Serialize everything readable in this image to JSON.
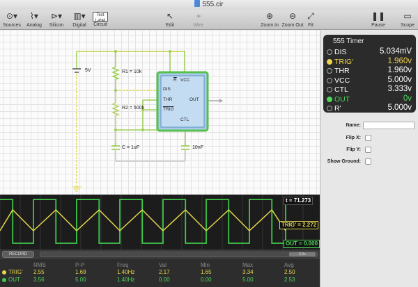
{
  "window": {
    "title": "555.cir"
  },
  "toolbar": {
    "sources": "Sources",
    "analog": "Analog",
    "silicon": "Silicon",
    "digital": "Digital",
    "circuit": "Circuit",
    "text_label": "Text Label",
    "edit": "Edit",
    "wire": "Wire",
    "zoom_in": "Zoom In",
    "zoom_out": "Zoom Out",
    "fit": "Fit",
    "pause": "Pause",
    "scope": "Scope"
  },
  "schematic": {
    "source_label": "5V",
    "r1_label": "R1 = 10k",
    "r2_label": "R2 = 500k",
    "c_label": "C = 1uF",
    "c2_label": "10nF",
    "chip": {
      "pin_r": "R",
      "pin_vcc": "VCC",
      "pin_dis": "DIS",
      "pin_thr": "THR",
      "pin_trig": "TRIG",
      "pin_out": "OUT",
      "pin_ctl": "CTL"
    }
  },
  "inspector": {
    "title": "555 Timer",
    "pins": [
      {
        "name": "DIS",
        "value": "5.034mV",
        "color": "#ffffff",
        "selected": false
      },
      {
        "name": "TRIG'",
        "value": "1.960v",
        "color": "#f0d24a",
        "selected": true
      },
      {
        "name": "THR",
        "value": "1.960v",
        "color": "#ffffff",
        "selected": false
      },
      {
        "name": "VCC",
        "value": "5.000v",
        "color": "#ffffff",
        "selected": false
      },
      {
        "name": "CTL",
        "value": "3.333v",
        "color": "#ffffff",
        "selected": false
      },
      {
        "name": "OUT",
        "value": "0v",
        "color": "#4ed65a",
        "selected": true
      },
      {
        "name": "R'",
        "value": "5.000v",
        "color": "#ffffff",
        "selected": false
      }
    ],
    "name_label": "Name:",
    "name_value": "",
    "flipx_label": "Flip X:",
    "flipy_label": "Flip Y:",
    "ground_label": "Show Ground:"
  },
  "scope": {
    "time_readout": "t = 71.273",
    "trig_readout": "TRIG' = 2.272",
    "out_readout": "OUT = 0.000",
    "record_label": "RECORD",
    "window_label": "5.0s",
    "trace_colors": {
      "trig": "#e6d84c",
      "out": "#3ec84a"
    }
  },
  "stats": {
    "headers": [
      "RMS",
      "P-P",
      "Freq",
      "Val",
      "Min",
      "Max",
      "Avg"
    ],
    "rows": [
      {
        "name": "TRIG'",
        "values": [
          "2.55",
          "1.69",
          "1.40Hz",
          "2.17",
          "1.65",
          "3.34",
          "2.50"
        ]
      },
      {
        "name": "OUT",
        "values": [
          "3.56",
          "5.00",
          "1.40Hz",
          "0.00",
          "0.00",
          "5.00",
          "2.53"
        ]
      }
    ]
  }
}
